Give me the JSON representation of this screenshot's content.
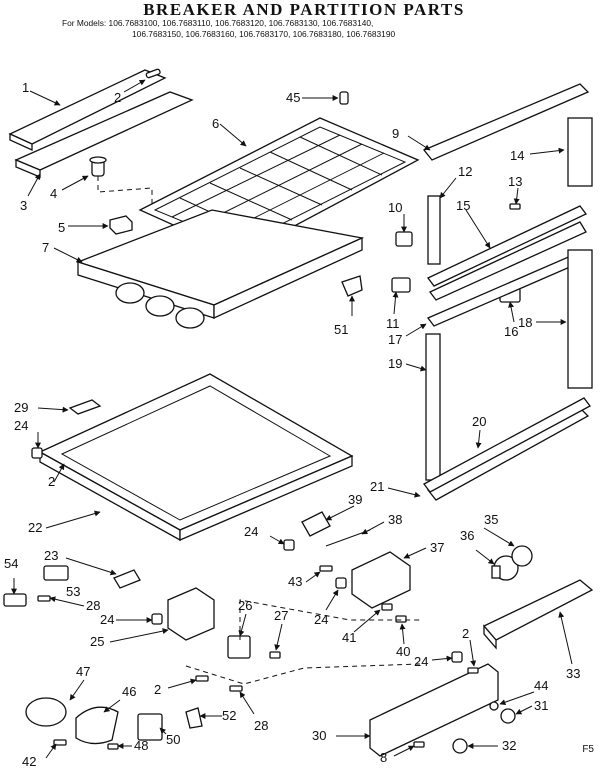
{
  "header": {
    "title": "BREAKER AND PARTITION PARTS",
    "models_prefix": "For Models:",
    "models_line1": "106.7683100, 106.7683110, 106.7683120, 106.7683130, 106.7683140,",
    "models_line2": "106.7683150, 106.7683160, 106.7683170, 106.7683180, 106.7683190"
  },
  "parts": [
    {
      "id": "p1",
      "label": "1"
    },
    {
      "id": "p2a",
      "label": "2"
    },
    {
      "id": "p3",
      "label": "3"
    },
    {
      "id": "p4",
      "label": "4"
    },
    {
      "id": "p5",
      "label": "5"
    },
    {
      "id": "p6",
      "label": "6"
    },
    {
      "id": "p7",
      "label": "7"
    },
    {
      "id": "p8",
      "label": "8"
    },
    {
      "id": "p9",
      "label": "9"
    },
    {
      "id": "p10",
      "label": "10"
    },
    {
      "id": "p11",
      "label": "11"
    },
    {
      "id": "p12",
      "label": "12"
    },
    {
      "id": "p13",
      "label": "13"
    },
    {
      "id": "p14",
      "label": "14"
    },
    {
      "id": "p15",
      "label": "15"
    },
    {
      "id": "p16",
      "label": "16"
    },
    {
      "id": "p17",
      "label": "17"
    },
    {
      "id": "p18",
      "label": "18"
    },
    {
      "id": "p19",
      "label": "19"
    },
    {
      "id": "p20",
      "label": "20"
    },
    {
      "id": "p21",
      "label": "21"
    },
    {
      "id": "p22",
      "label": "22"
    },
    {
      "id": "p23",
      "label": "23"
    },
    {
      "id": "p24a",
      "label": "24"
    },
    {
      "id": "p25",
      "label": "25"
    },
    {
      "id": "p26",
      "label": "26"
    },
    {
      "id": "p27",
      "label": "27"
    },
    {
      "id": "p28a",
      "label": "28"
    },
    {
      "id": "p29",
      "label": "29"
    },
    {
      "id": "p30",
      "label": "30"
    },
    {
      "id": "p31",
      "label": "31"
    },
    {
      "id": "p32",
      "label": "32"
    },
    {
      "id": "p33",
      "label": "33"
    },
    {
      "id": "p35",
      "label": "35"
    },
    {
      "id": "p36",
      "label": "36"
    },
    {
      "id": "p37",
      "label": "37"
    },
    {
      "id": "p38",
      "label": "38"
    },
    {
      "id": "p39",
      "label": "39"
    },
    {
      "id": "p40",
      "label": "40"
    },
    {
      "id": "p41",
      "label": "41"
    },
    {
      "id": "p42",
      "label": "42"
    },
    {
      "id": "p43",
      "label": "43"
    },
    {
      "id": "p44",
      "label": "44"
    },
    {
      "id": "p45",
      "label": "45"
    },
    {
      "id": "p46",
      "label": "46"
    },
    {
      "id": "p47",
      "label": "47"
    },
    {
      "id": "p48",
      "label": "48"
    },
    {
      "id": "p50",
      "label": "50"
    },
    {
      "id": "p51",
      "label": "51"
    },
    {
      "id": "p52",
      "label": "52"
    },
    {
      "id": "p53",
      "label": "53"
    },
    {
      "id": "p54",
      "label": "54"
    },
    {
      "id": "p2b",
      "label": "2"
    },
    {
      "id": "p2c",
      "label": "2"
    },
    {
      "id": "p2d",
      "label": "2"
    },
    {
      "id": "p24b",
      "label": "24"
    },
    {
      "id": "p24c",
      "label": "24"
    },
    {
      "id": "p24d",
      "label": "24"
    },
    {
      "id": "p24e",
      "label": "24"
    },
    {
      "id": "p28b",
      "label": "28"
    }
  ],
  "footer_code": "F5"
}
